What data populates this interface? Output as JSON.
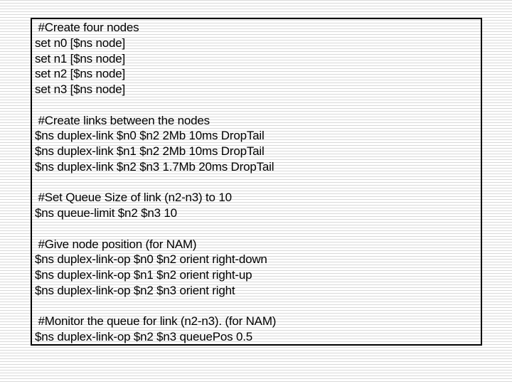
{
  "slide": {
    "kind": "presentation-slide",
    "colors": {
      "background": "#ffffff",
      "stripe": "#d9d9d9",
      "box_border": "#000000",
      "text": "#000000"
    },
    "code": {
      "blocks": [
        {
          "lines": [
            " #Create four nodes",
            "set n0 [$ns node]",
            "set n1 [$ns node]",
            "set n2 [$ns node]",
            "set n3 [$ns node]"
          ]
        },
        {
          "lines": [
            " #Create links between the nodes",
            "$ns duplex-link $n0 $n2 2Mb 10ms DropTail",
            "$ns duplex-link $n1 $n2 2Mb 10ms DropTail",
            "$ns duplex-link $n2 $n3 1.7Mb 20ms DropTail"
          ]
        },
        {
          "lines": [
            " #Set Queue Size of link (n2-n3) to 10",
            "$ns queue-limit $n2 $n3 10"
          ]
        },
        {
          "lines": [
            " #Give node position (for NAM)",
            "$ns duplex-link-op $n0 $n2 orient right-down",
            "$ns duplex-link-op $n1 $n2 orient right-up",
            "$ns duplex-link-op $n2 $n3 orient right"
          ]
        },
        {
          "lines": [
            " #Monitor the queue for link (n2-n3). (for NAM)",
            "$ns duplex-link-op $n2 $n3 queuePos 0.5"
          ]
        }
      ]
    }
  }
}
